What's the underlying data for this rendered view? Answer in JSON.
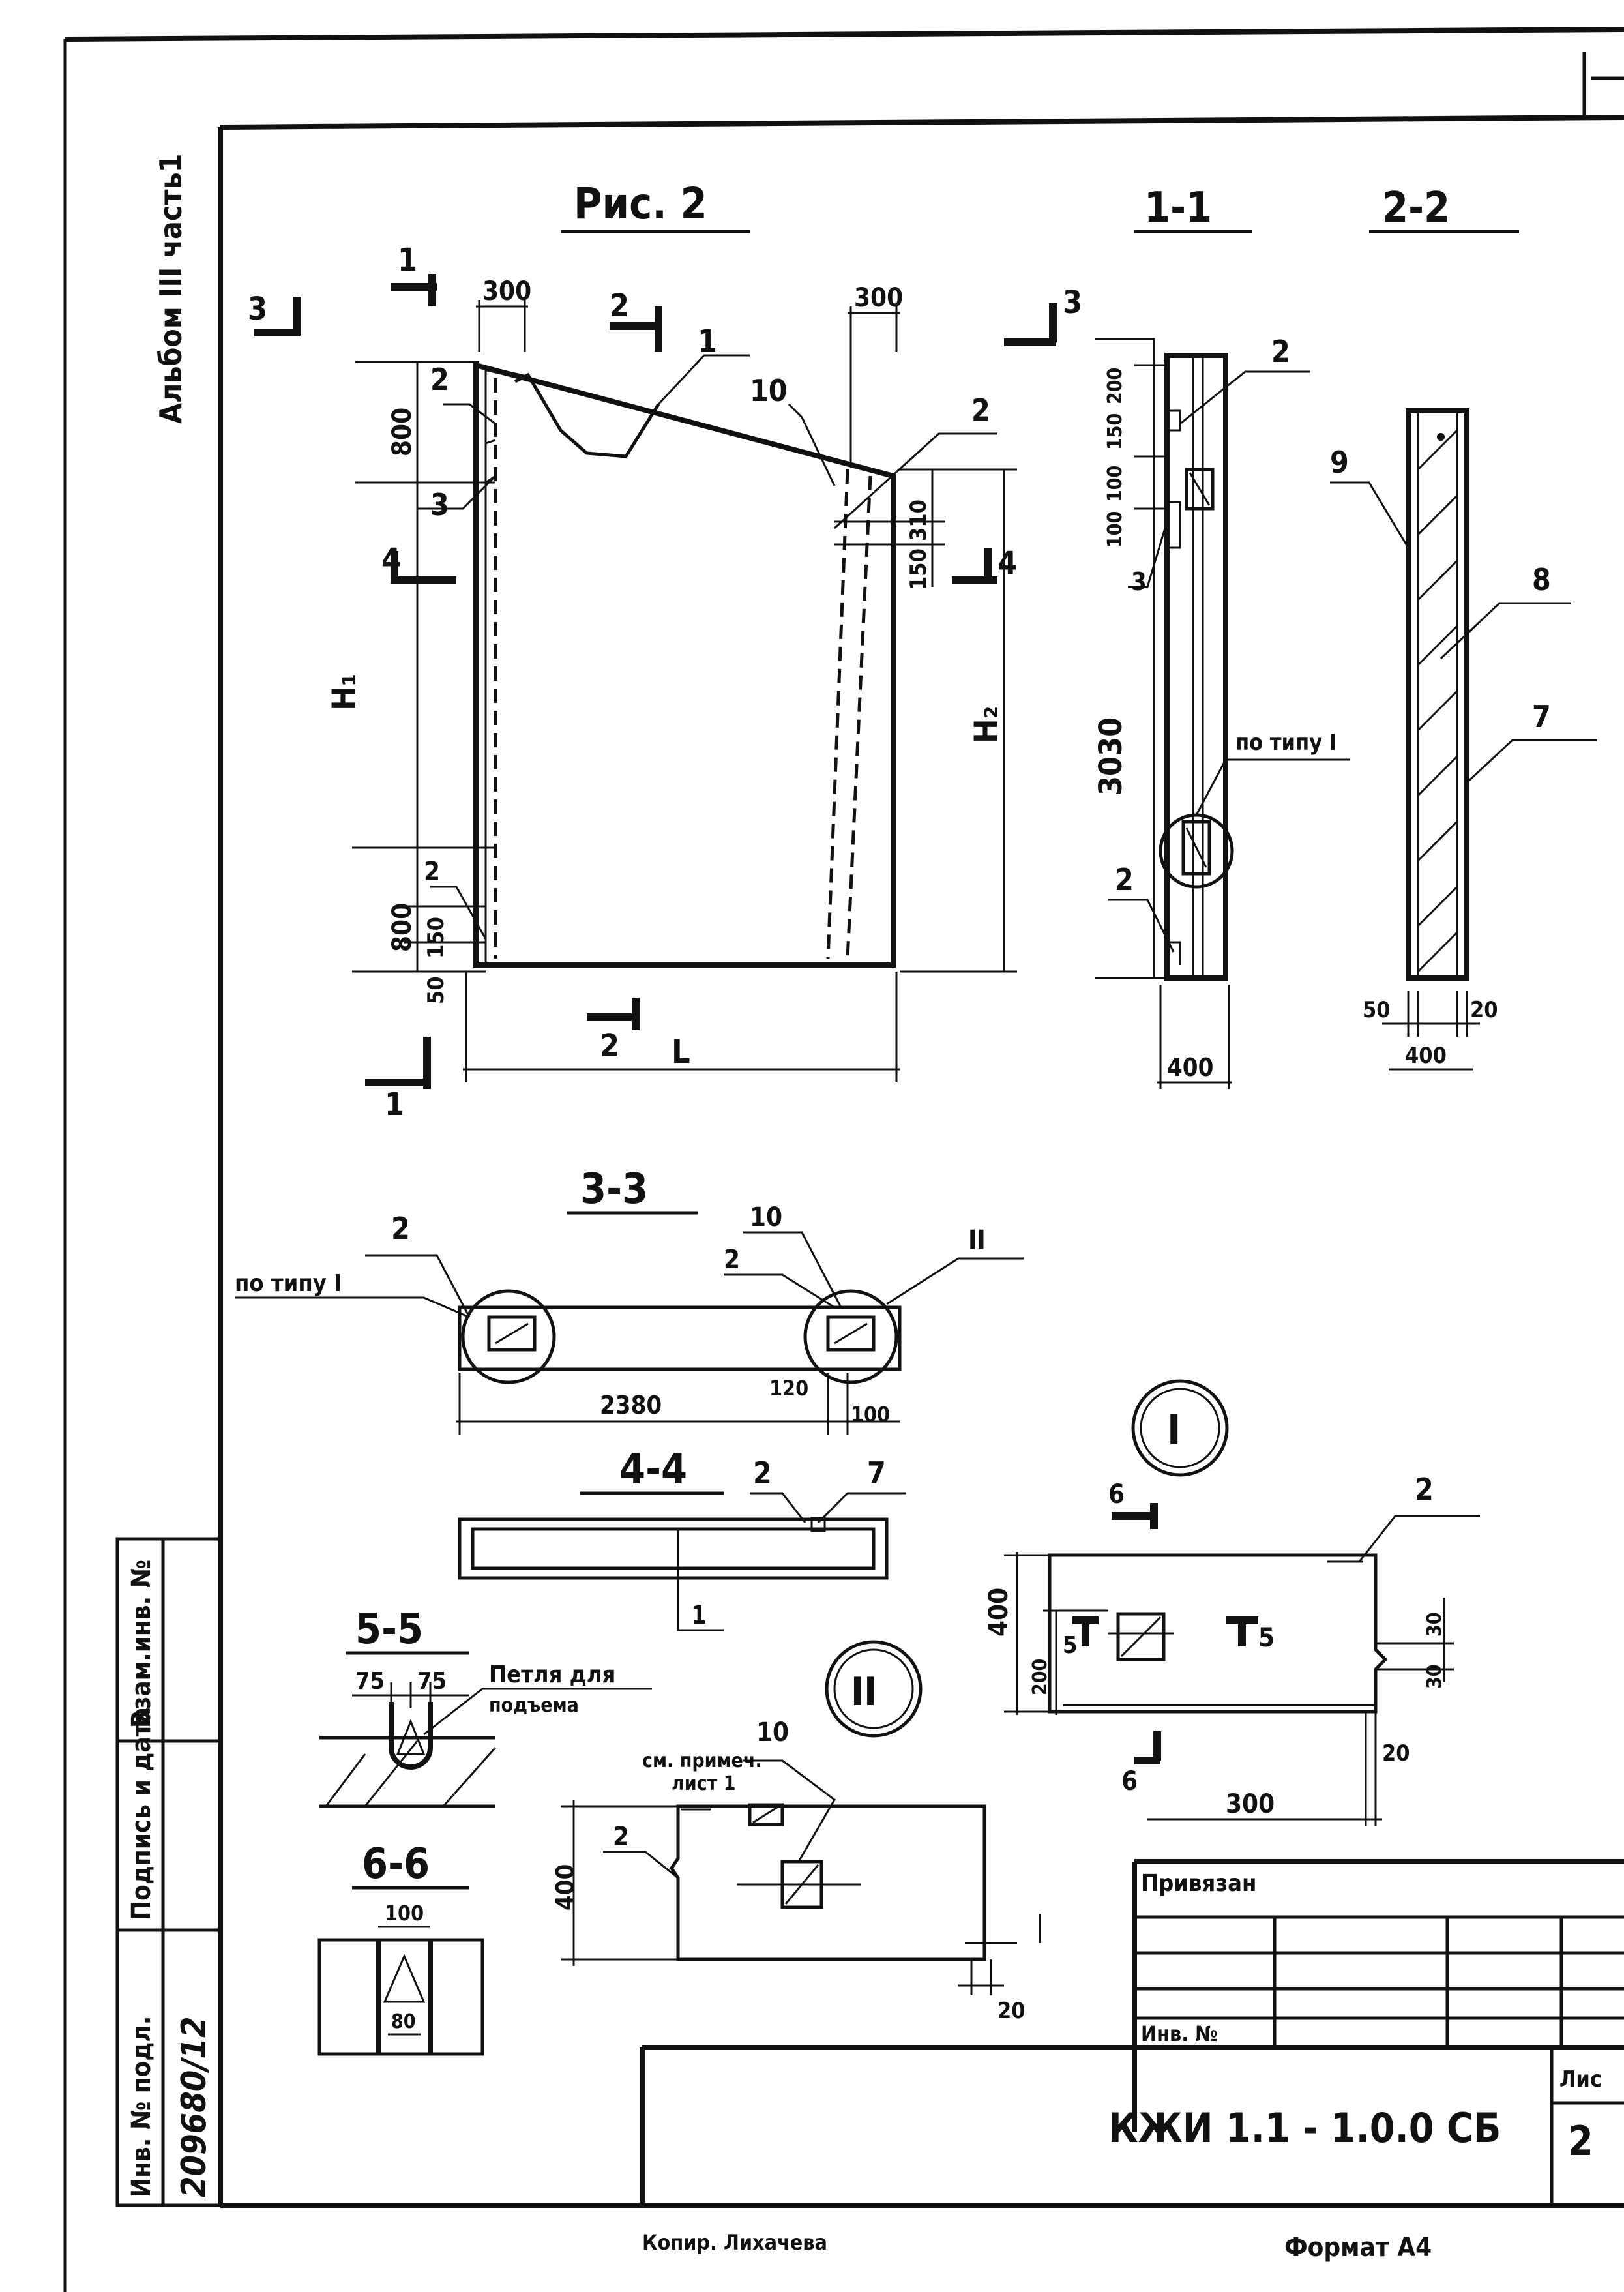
{
  "figure_title": "Рис. 2",
  "album_label": "Альбом III часть1",
  "views": {
    "main": {
      "dims": {
        "top_left": "300",
        "top_right": "300",
        "left_top": "800",
        "left_bottom": "800",
        "left_150": "150",
        "left_50": "50",
        "right_310": "310",
        "right_150": "150",
        "h1": "H₁",
        "h2": "H₂",
        "l": "L"
      },
      "labels": {
        "p1": "1",
        "p2a": "2",
        "p2b": "2",
        "p2c": "2",
        "p3": "3",
        "p10": "10"
      }
    },
    "section_1_1": {
      "title": "1-1",
      "dims": {
        "d150": "150",
        "d200": "200",
        "d100a": "100",
        "d100b": "100",
        "d3030": "3030",
        "d400": "400"
      },
      "note": "по типу I",
      "labels": {
        "p2a": "2",
        "p2b": "2",
        "p3": "3"
      }
    },
    "section_2_2": {
      "title": "2-2",
      "dims": {
        "d50": "50",
        "d20": "20",
        "d400": "400"
      },
      "labels": {
        "p7": "7",
        "p8": "8",
        "p9": "9"
      }
    },
    "section_3_3": {
      "title": "3-3",
      "note_left": "по типу I",
      "note_right": "II",
      "dims": {
        "d2380": "2380",
        "d120": "120",
        "d100": "100"
      },
      "labels": {
        "p2a": "2",
        "p2b": "2",
        "p10": "10"
      }
    },
    "section_4_4": {
      "title": "4-4",
      "labels": {
        "p2": "2",
        "p7": "7",
        "p1": "1"
      }
    },
    "section_5_5": {
      "title": "5-5",
      "dims": {
        "d75a": "75",
        "d75b": "75"
      },
      "note_line1": "Петля для",
      "note_line2": "подъема"
    },
    "section_6_6": {
      "title": "6-6",
      "dims": {
        "d100": "100",
        "d80": "80"
      }
    },
    "detail_I": {
      "mark": "I",
      "dims": {
        "d400": "400",
        "d200": "200",
        "d30a": "30",
        "d30b": "30",
        "d300": "300",
        "d20": "20"
      },
      "labels": {
        "p2": "2",
        "s6": "6",
        "s5": "5"
      }
    },
    "detail_II": {
      "mark": "II",
      "note_line1": "см. примеч.",
      "note_line2": "лист 1",
      "dims": {
        "d400": "400",
        "d20": "20"
      },
      "labels": {
        "p10": "10",
        "p2": "2"
      }
    }
  },
  "section_marks": {
    "m1": "1",
    "m2": "2",
    "m3": "3",
    "m4": "4"
  },
  "side_stamp": {
    "col1": "Инв. № подл.",
    "col2": "Подпись и дата",
    "col3": "Взам.инв. №",
    "inv_value": "209680/12"
  },
  "title_block": {
    "privyazan": "Привязан",
    "inv": "Инв. №",
    "code": "КЖИ 1.1 - 1.0.0 СБ",
    "sheet_label": "Лис",
    "sheet_no": "2"
  },
  "footer": {
    "copy": "Копир. Лихачева",
    "format": "Формат А4"
  }
}
